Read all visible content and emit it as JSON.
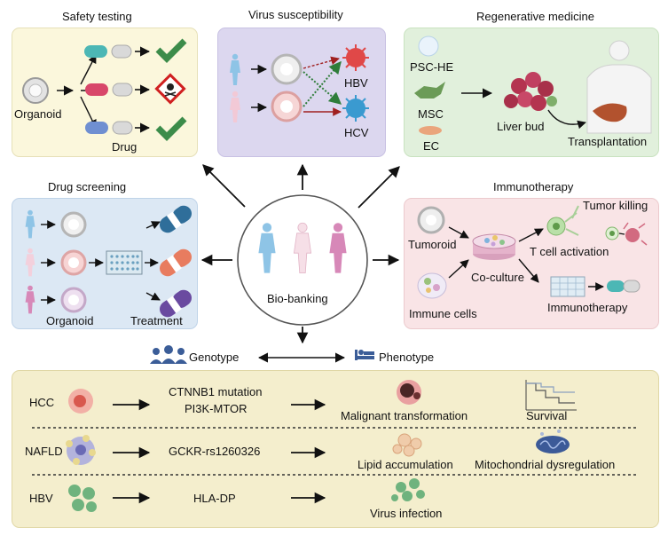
{
  "colors": {
    "safety_bg": "#fbf7dc",
    "virus_bg": "#dcd7ef",
    "regen_bg": "#e1f0dc",
    "drug_bg": "#dce8f4",
    "immuno_bg": "#f9e4e6",
    "bottom_bg": "#f4eecd",
    "check": "#3c8c4a",
    "hbv": "#e04848",
    "hcv": "#3a9ad0"
  },
  "safety": {
    "title": "Safety testing",
    "organoid_label": "Organoid",
    "drug_label": "Drug",
    "results": [
      "pass",
      "hazard",
      "pass"
    ]
  },
  "virus": {
    "title": "Virus susceptibility",
    "hbv_label": "HBV",
    "hcv_label": "HCV"
  },
  "regen": {
    "title": "Regenerative medicine",
    "psc_label": "PSC-HE",
    "msc_label": "MSC",
    "ec_label": "EC",
    "liverbud_label": "Liver bud",
    "transplant_label": "Transplantation"
  },
  "drugscreen": {
    "title": "Drug screening",
    "organoid_label": "Organoid",
    "treatment_label": "Treatment"
  },
  "immuno": {
    "title": "Immunotherapy",
    "tumor_killing_label": "Tumor killing",
    "tumoroid_label": "Tumoroid",
    "tcell_label": "T cell activation",
    "coculture_label": "Co-culture",
    "immune_cells_label": "Immune cells",
    "immunotherapy_label": "Immunotherapy"
  },
  "center": {
    "label": "Bio-banking",
    "genotype_label": "Genotype",
    "phenotype_label": "Phenotype"
  },
  "bottom": {
    "rows": [
      {
        "disease": "HCC",
        "genotype": "CTNNB1 mutation",
        "genotype2": "PI3K-MTOR",
        "phenotype": "Malignant transformation",
        "phenotype2": "Survival"
      },
      {
        "disease": "NAFLD",
        "genotype": "GCKR-rs1260326",
        "phenotype": "Lipid accumulation",
        "phenotype2": "Mitochondrial dysregulation"
      },
      {
        "disease": "HBV",
        "genotype": "HLA-DP",
        "phenotype": "Virus infection"
      }
    ]
  }
}
